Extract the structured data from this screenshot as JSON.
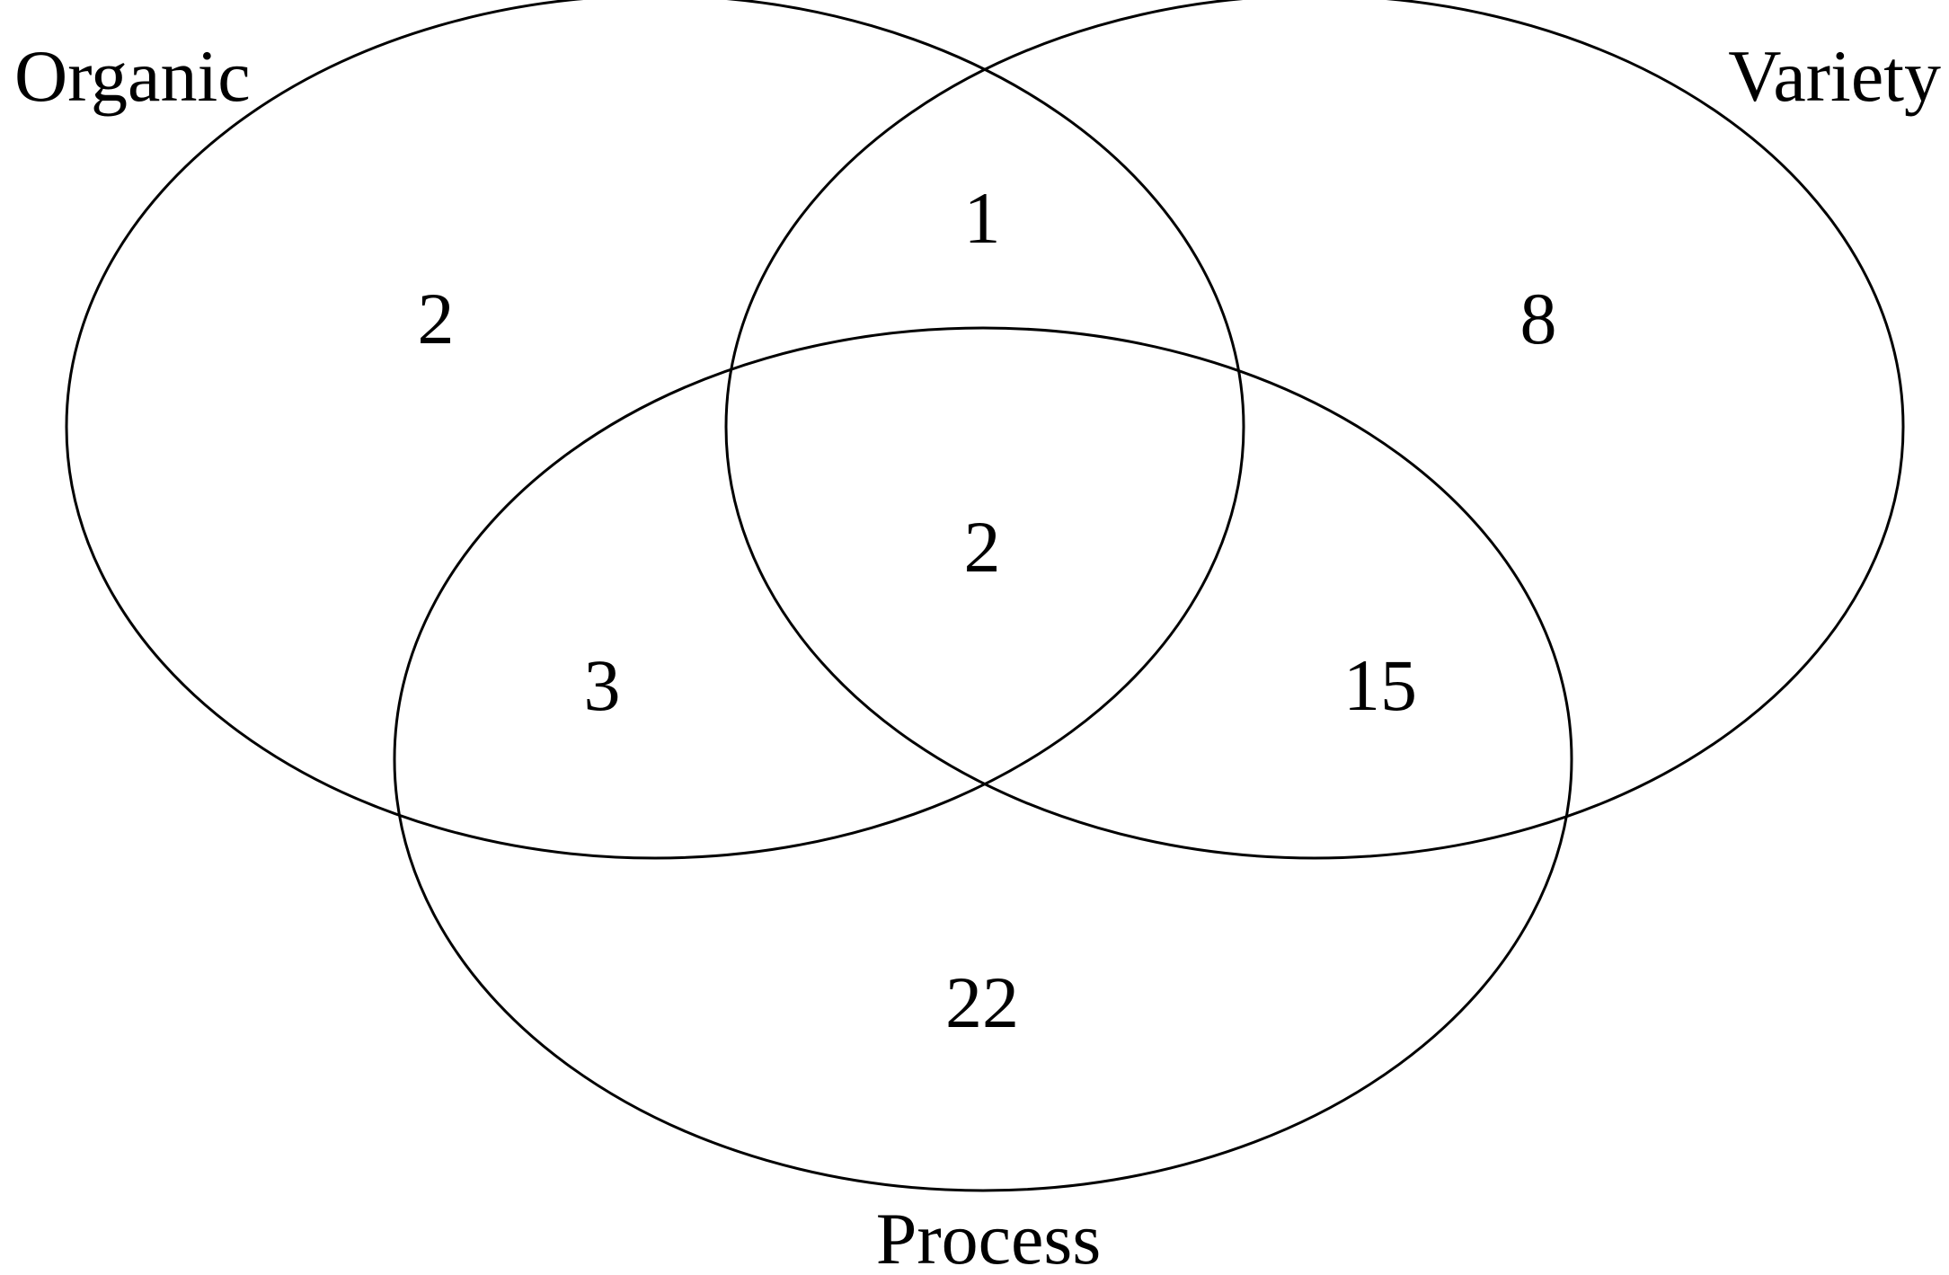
{
  "sets": {
    "organic": {
      "label": "Organic"
    },
    "variety": {
      "label": "Variety"
    },
    "process": {
      "label": "Process"
    }
  },
  "regions": {
    "organic_only": "2",
    "variety_only": "8",
    "process_only": "22",
    "organic_variety": "1",
    "organic_process": "3",
    "variety_process": "15",
    "all_three": "2"
  },
  "colors": {
    "stroke": "#000000",
    "text": "#000000",
    "background": "#ffffff"
  }
}
